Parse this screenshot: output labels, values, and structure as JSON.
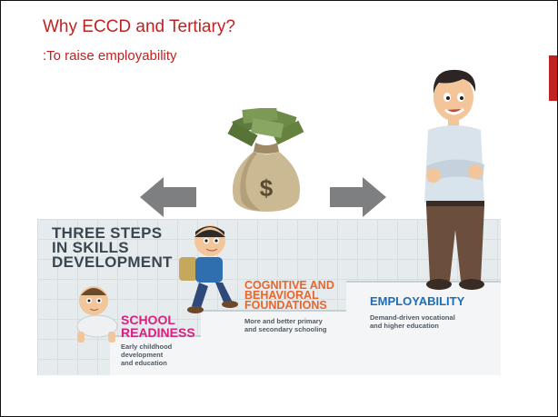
{
  "slide": {
    "title": "Why ECCD and Tertiary?",
    "subtitle": ":To raise employability",
    "accent_color": "#c0231f"
  },
  "illustration": {
    "money_bag_icon": "money-bag-dollar",
    "left_arrow_icon": "arrow-left",
    "right_arrow_icon": "arrow-right",
    "figure": "man-with-crossed-arms"
  },
  "infographic": {
    "headline": [
      "THREE STEPS",
      "IN SKILLS",
      "DEVELOPMENT"
    ],
    "steps": [
      {
        "title": [
          "SCHOOL",
          "READINESS"
        ],
        "subtitle": [
          "Early childhood",
          "development",
          "and education"
        ],
        "color": "#d9207e"
      },
      {
        "title": [
          "COGNITIVE AND",
          "BEHAVIORAL",
          "FOUNDATIONS"
        ],
        "subtitle": [
          "More and better primary",
          "and secondary schooling"
        ],
        "color": "#e8662b"
      },
      {
        "title": [
          "EMPLOYABILITY"
        ],
        "subtitle": [
          "Demand-driven vocational",
          "and higher education"
        ],
        "color": "#1f6db6"
      }
    ]
  }
}
